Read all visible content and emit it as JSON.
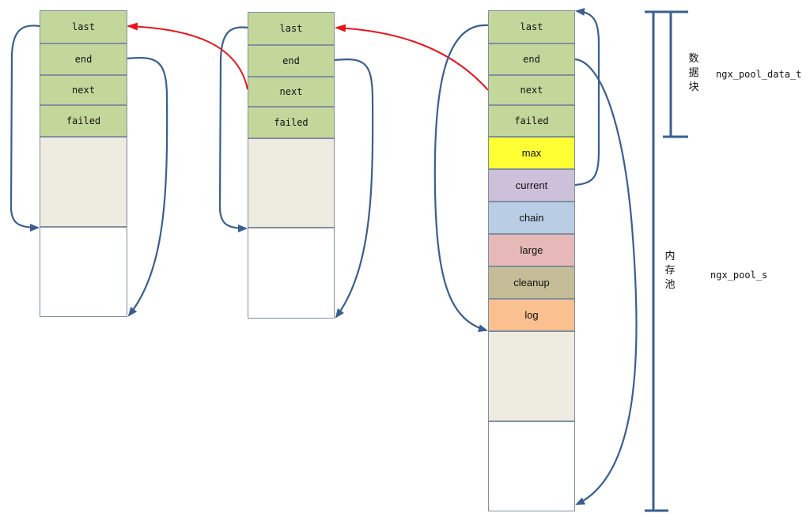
{
  "blocks": [
    {
      "fields": [
        "last",
        "end",
        "next",
        "failed"
      ]
    },
    {
      "fields": [
        "last",
        "end",
        "next",
        "failed"
      ]
    },
    {
      "fields": [
        "last",
        "end",
        "next",
        "failed"
      ],
      "pool_fields": [
        {
          "label": "max",
          "color": "#ffff33"
        },
        {
          "label": "current",
          "color": "#ccc0da"
        },
        {
          "label": "chain",
          "color": "#b9cde5"
        },
        {
          "label": "large",
          "color": "#e6b9b8"
        },
        {
          "label": "cleanup",
          "color": "#c4bd97"
        },
        {
          "label": "log",
          "color": "#fac090"
        }
      ]
    }
  ],
  "brackets": {
    "data_block": {
      "chars": [
        "数",
        "据",
        "块"
      ],
      "type_name": "ngx_pool_data_t"
    },
    "memory_pool": {
      "chars": [
        "内",
        "存",
        "池"
      ],
      "type_name": "ngx_pool_s"
    }
  },
  "colors": {
    "arrow_blue": "#3a5f8f",
    "arrow_red": "#e8141c",
    "field_green": "#c4d79b",
    "free_area": "#eeece1"
  }
}
